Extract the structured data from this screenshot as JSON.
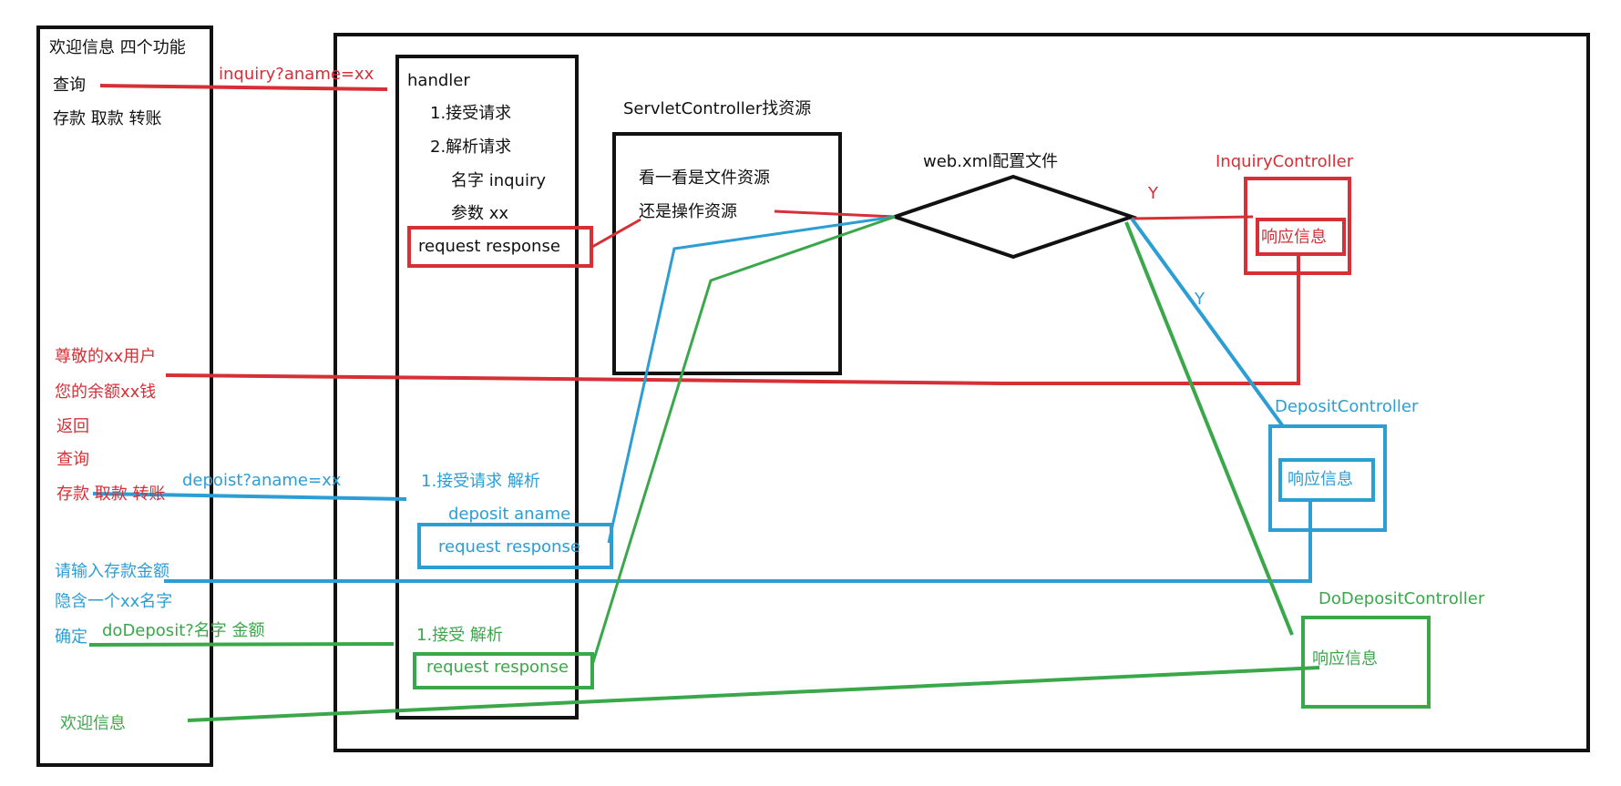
{
  "colors": {
    "black": "#111111",
    "red": "#d62f36",
    "blue": "#2c9ed4",
    "green": "#3aa84a"
  },
  "browser": {
    "welcome_title": "欢迎信息 四个功能",
    "menu_query": "查询",
    "menu_others": "存款   取款  转账",
    "user_greeting": "尊敬的xx用户",
    "balance": "您的余额xx钱",
    "back": "返回",
    "query": "查询",
    "ops": "存款 取款 转账",
    "enter_amount": "请输入存款金额",
    "hidden_name": "隐含一个xx名字",
    "confirm": "确定",
    "welcome": "欢迎信息"
  },
  "requests": {
    "inquiry": "inquiry?aname=xx",
    "deposit": "depoist?aname=xx",
    "do_deposit": "doDeposit?名字 金额"
  },
  "handler": {
    "title": "handler",
    "step1": "1.接受请求",
    "step2": "2.解析请求",
    "name": "名字 inquiry",
    "param": "参数 xx",
    "req_resp_1": "request  response",
    "step_deposit": "1.接受请求 解析",
    "deposit_parsed": "deposit   aname",
    "req_resp_2": "request  response",
    "step_do": "1.接受 解析",
    "req_resp_3": "request  response"
  },
  "servlet": {
    "title": "ServletController找资源",
    "line1": "看一看是文件资源",
    "line2": "还是操作资源"
  },
  "config": {
    "label": "web.xml配置文件"
  },
  "controllers": {
    "yes_red": "Y",
    "yes_blue": "Y",
    "inquiry_name": "InquiryController",
    "inquiry_resp": "响应信息",
    "deposit_name": "DepositController",
    "deposit_resp": "响应信息",
    "dodeposit_name": "DoDepositController",
    "dodeposit_resp": "响应信息"
  }
}
